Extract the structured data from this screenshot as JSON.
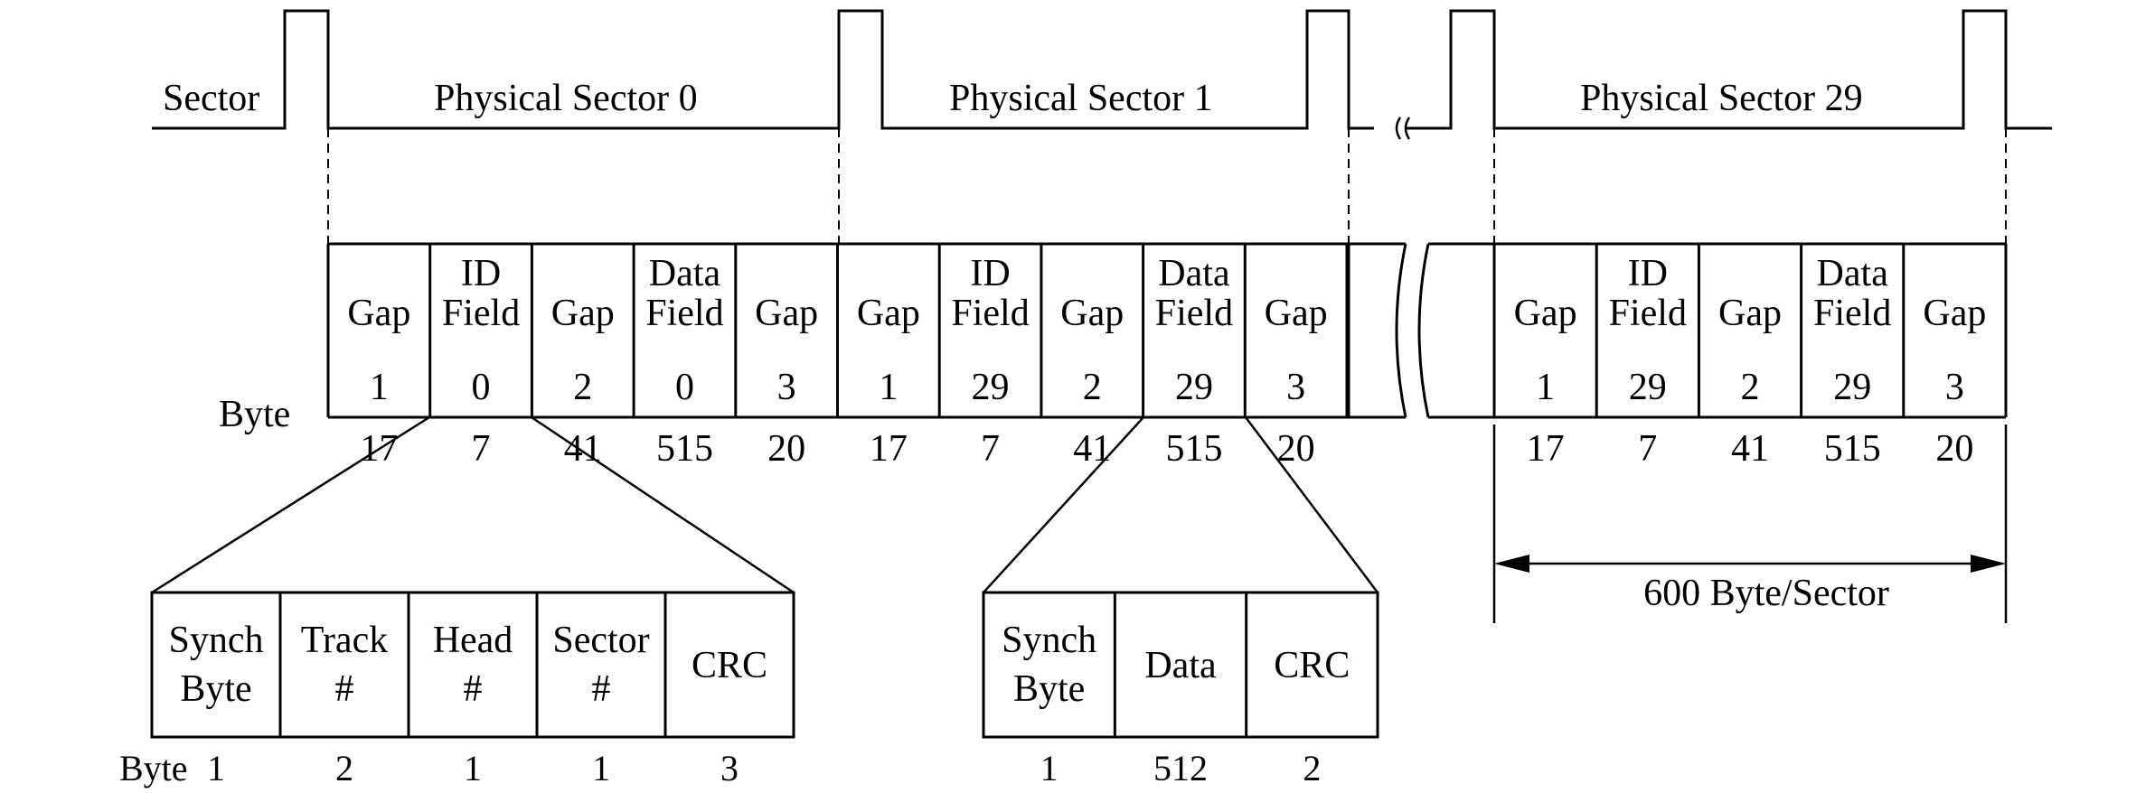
{
  "pulse_labels": {
    "sector": "Sector",
    "physical_0": "Physical Sector 0",
    "physical_1": "Physical Sector 1",
    "physical_29": "Physical Sector 29"
  },
  "byte_label": "Byte",
  "sector_fields": [
    {
      "lines": [
        "",
        "Gap",
        "1"
      ],
      "bytes": "17"
    },
    {
      "lines": [
        "ID",
        "Field",
        "0"
      ],
      "bytes": "7"
    },
    {
      "lines": [
        "",
        "Gap",
        "2"
      ],
      "bytes": "41"
    },
    {
      "lines": [
        "Data",
        "Field",
        "0"
      ],
      "bytes": "515"
    },
    {
      "lines": [
        "",
        "Gap",
        "3"
      ],
      "bytes": "20"
    },
    {
      "lines": [
        "",
        "Gap",
        "1"
      ],
      "bytes": "17"
    },
    {
      "lines": [
        "ID",
        "Field",
        "29"
      ],
      "bytes": "7"
    },
    {
      "lines": [
        "",
        "Gap",
        "2"
      ],
      "bytes": "41"
    },
    {
      "lines": [
        "Data",
        "Field",
        "29"
      ],
      "bytes": "515"
    },
    {
      "lines": [
        "",
        "Gap",
        "3"
      ],
      "bytes": "20"
    }
  ],
  "sector29_fields": [
    {
      "lines": [
        "",
        "Gap",
        "1"
      ],
      "bytes": "17"
    },
    {
      "lines": [
        "ID",
        "Field",
        "29"
      ],
      "bytes": "7"
    },
    {
      "lines": [
        "",
        "Gap",
        "2"
      ],
      "bytes": "41"
    },
    {
      "lines": [
        "Data",
        "Field",
        "29"
      ],
      "bytes": "515"
    },
    {
      "lines": [
        "",
        "Gap",
        "3"
      ],
      "bytes": "20"
    }
  ],
  "sector_size_label": "600 Byte/Sector",
  "id_field_detail": {
    "byte_prefix": "Byte",
    "cells": [
      {
        "lines": [
          "Synch",
          "Byte"
        ],
        "bytes": "1"
      },
      {
        "lines": [
          "Track",
          "#"
        ],
        "bytes": "2"
      },
      {
        "lines": [
          "Head",
          "#"
        ],
        "bytes": "1"
      },
      {
        "lines": [
          "Sector",
          "#"
        ],
        "bytes": "1"
      },
      {
        "lines": [
          "CRC"
        ],
        "bytes": "3"
      }
    ]
  },
  "data_field_detail": {
    "cells": [
      {
        "lines": [
          "Synch",
          "Byte"
        ],
        "bytes": "1"
      },
      {
        "lines": [
          "Data"
        ],
        "bytes": "512"
      },
      {
        "lines": [
          "CRC"
        ],
        "bytes": "2"
      }
    ]
  }
}
